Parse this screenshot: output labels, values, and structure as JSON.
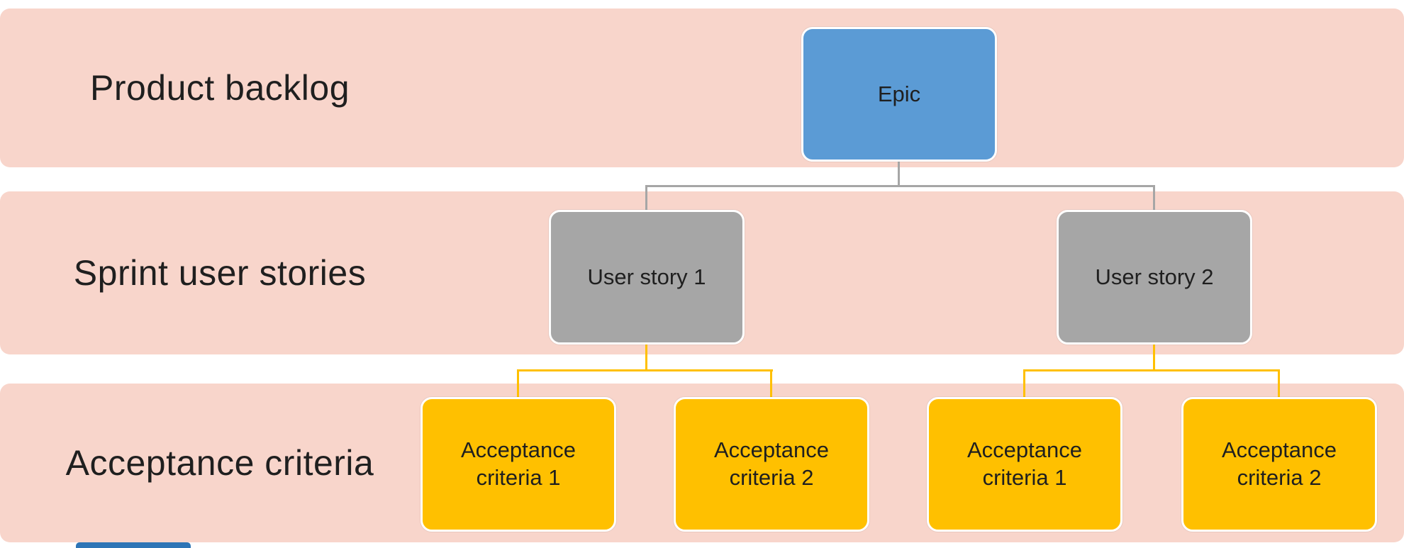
{
  "bands": [
    {
      "label": "Product backlog"
    },
    {
      "label": "Sprint user stories"
    },
    {
      "label": "Acceptance criteria"
    }
  ],
  "nodes": {
    "epic": {
      "label": "Epic"
    },
    "user_story_1": {
      "label": "User story 1"
    },
    "user_story_2": {
      "label": "User story 2"
    },
    "ac_1_1": {
      "label": "Acceptance criteria 1"
    },
    "ac_1_2": {
      "label": "Acceptance criteria 2"
    },
    "ac_2_1": {
      "label": "Acceptance criteria 1"
    },
    "ac_2_2": {
      "label": "Acceptance criteria 2"
    }
  },
  "connections": [
    {
      "from": "Epic",
      "to": "User story 1"
    },
    {
      "from": "Epic",
      "to": "User story 2"
    },
    {
      "from": "User story 1",
      "to": "Acceptance criteria 1"
    },
    {
      "from": "User story 1",
      "to": "Acceptance criteria 2"
    },
    {
      "from": "User story 2",
      "to": "Acceptance criteria 1"
    },
    {
      "from": "User story 2",
      "to": "Acceptance criteria 2"
    }
  ],
  "colors": {
    "band_background": "#F8D5CB",
    "epic_fill": "#5B9BD5",
    "user_story_fill": "#A6A6A6",
    "acceptance_fill": "#FFC000",
    "connector_gray": "#A6A6A6",
    "connector_yellow": "#FFC000",
    "bottom_bar": "#2E75B6"
  }
}
